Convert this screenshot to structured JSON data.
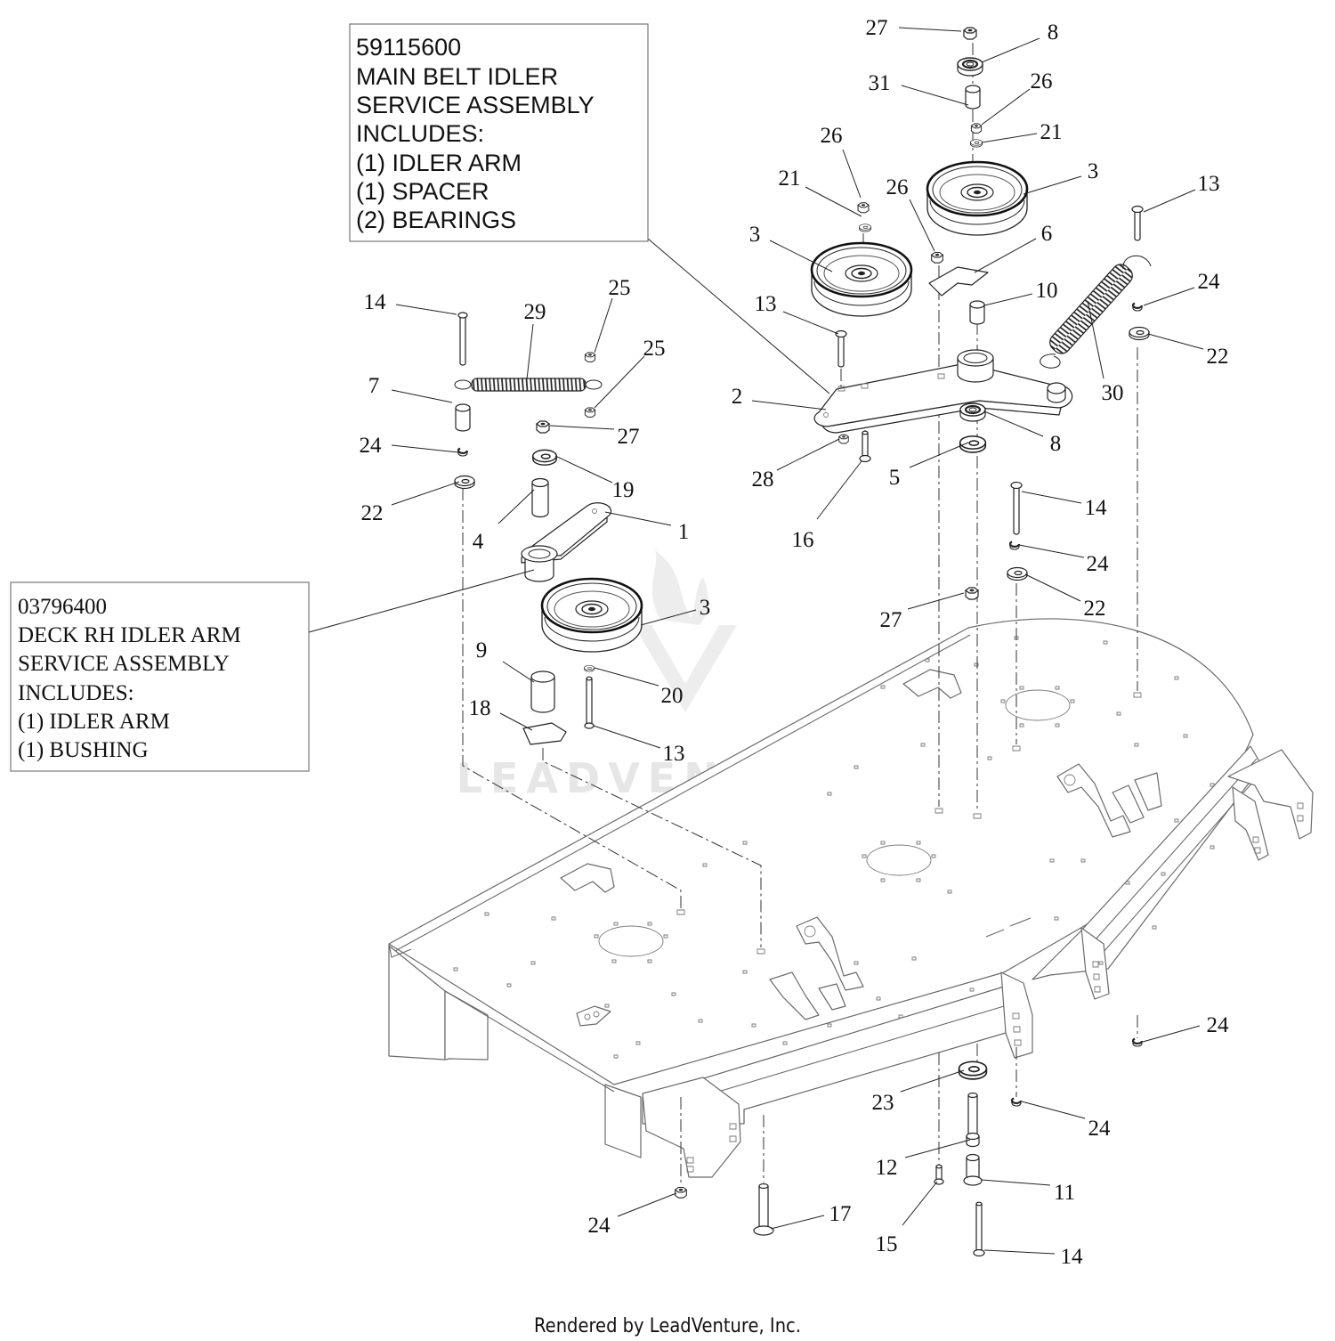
{
  "diagram": {
    "service_assemblies": [
      {
        "lines": [
          "59115600",
          "MAIN BELT IDLER",
          "SERVICE ASSEMBLY",
          "INCLUDES:",
          "(1) IDLER ARM",
          "(1) SPACER",
          "(2) BEARINGS"
        ]
      },
      {
        "lines": [
          "03796400",
          "DECK RH IDLER ARM",
          "SERVICE ASSEMBLY",
          "INCLUDES:",
          "(1) IDLER ARM",
          "(1) BUSHING"
        ]
      }
    ],
    "callouts": [
      "27",
      "8",
      "31",
      "26",
      "21",
      "26",
      "21",
      "3",
      "26",
      "13",
      "6",
      "3",
      "14",
      "29",
      "25",
      "13",
      "10",
      "24",
      "25",
      "7",
      "22",
      "30",
      "2",
      "27",
      "8",
      "24",
      "19",
      "28",
      "5",
      "14",
      "16",
      "1",
      "22",
      "4",
      "24",
      "3",
      "22",
      "27",
      "9",
      "20",
      "18",
      "13",
      "24",
      "23",
      "24",
      "12",
      "11",
      "17",
      "24",
      "15",
      "14"
    ],
    "watermark": "LEADVENTURE",
    "footer": "Rendered by LeadVenture, Inc."
  },
  "colors": {
    "line": "#222222",
    "deck_line": "#6a6a6a",
    "watermark": "#e6e6e6"
  }
}
